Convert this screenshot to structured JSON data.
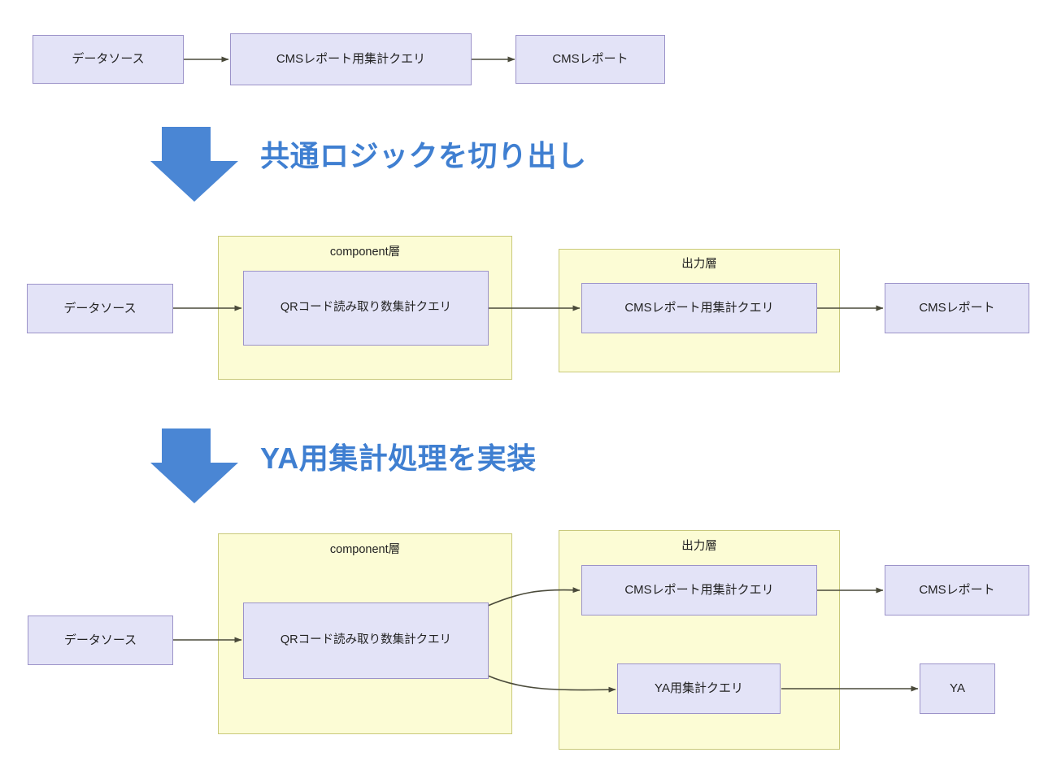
{
  "diagram": {
    "title_text_color": "#3f7fd1",
    "node_fill": "#e3e3f7",
    "node_border": "#9c93c9",
    "group_fill": "#fcfcd5",
    "group_border": "#c9c97a",
    "arrow_color": "#4a4a3a",
    "step_arrow_color": "#4a86d4"
  },
  "rows": {
    "row1": {
      "nodes": [
        {
          "id": "datasource1",
          "label": "データソース"
        },
        {
          "id": "cms_query1",
          "label": "CMSレポート用集計クエリ"
        },
        {
          "id": "cms_report1",
          "label": "CMSレポート"
        }
      ]
    },
    "row2": {
      "groups": [
        {
          "id": "component_layer_2",
          "label": "component層"
        },
        {
          "id": "output_layer_2",
          "label": "出力層"
        }
      ],
      "nodes": [
        {
          "id": "datasource2",
          "label": "データソース"
        },
        {
          "id": "qr_query2",
          "label": "QRコード読み取り数集計クエリ"
        },
        {
          "id": "cms_query2",
          "label": "CMSレポート用集計クエリ"
        },
        {
          "id": "cms_report2",
          "label": "CMSレポート"
        }
      ]
    },
    "row3": {
      "groups": [
        {
          "id": "component_layer_3",
          "label": "component層"
        },
        {
          "id": "output_layer_3",
          "label": "出力層"
        }
      ],
      "nodes": [
        {
          "id": "datasource3",
          "label": "データソース"
        },
        {
          "id": "qr_query3",
          "label": "QRコード読み取り数集計クエリ"
        },
        {
          "id": "cms_query3",
          "label": "CMSレポート用集計クエリ"
        },
        {
          "id": "cms_report3",
          "label": "CMSレポート"
        },
        {
          "id": "ya_query3",
          "label": "YA用集計クエリ"
        },
        {
          "id": "ya3",
          "label": "YA"
        }
      ]
    }
  },
  "steps": [
    {
      "id": "step1",
      "label": "共通ロジックを切り出し"
    },
    {
      "id": "step2",
      "label": "YA用集計処理を実装"
    }
  ]
}
